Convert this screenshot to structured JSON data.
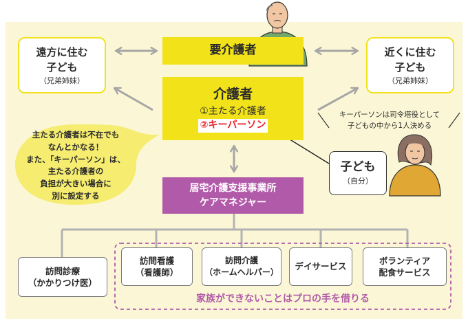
{
  "care_recipient": {
    "label": "要介護者"
  },
  "distant_child": {
    "line1": "遠方に住む",
    "line2": "子ども",
    "sub": "（兄弟姉妹）"
  },
  "nearby_child": {
    "line1": "近くに住む",
    "line2": "子ども",
    "sub": "（兄弟姉妹）"
  },
  "caregiver": {
    "title": "介護者",
    "item1": "①主たる介護者",
    "item2": "②キーパーソン"
  },
  "note_keyperson": {
    "line1": "キーパーソンは司令塔役として",
    "line2": "子どもの中から1人決める"
  },
  "bubble": {
    "lines": [
      "主たる介護者は不在でも",
      "なんとかなる！",
      "また、「キーパーソン」は、",
      "主たる介護者の",
      "負担が大きい場合に",
      "別に設定する"
    ]
  },
  "self_child": {
    "label": "子ども",
    "sub": "（自分）"
  },
  "care_manager": {
    "line1": "居宅介護支援事業所",
    "line2": "ケアマネジャー"
  },
  "services": {
    "home_visit_medical": {
      "line1": "訪問診療",
      "line2": "（かかりつけ医）"
    },
    "home_nursing": {
      "line1": "訪問看護",
      "line2": "（看護師）"
    },
    "home_care": {
      "line1": "訪問介護",
      "line2": "（ホームヘルパー）"
    },
    "day_service": {
      "label": "デイサービス"
    },
    "volunteer": {
      "line1": "ボランティア",
      "line2": "配食サービス"
    }
  },
  "pro_help_caption": "家族ができないことはプロの手を借りる",
  "colors": {
    "yellow": "#f1e21a",
    "purple": "#b15aa9",
    "background": "#fbf7d6",
    "red": "#e8222a"
  }
}
